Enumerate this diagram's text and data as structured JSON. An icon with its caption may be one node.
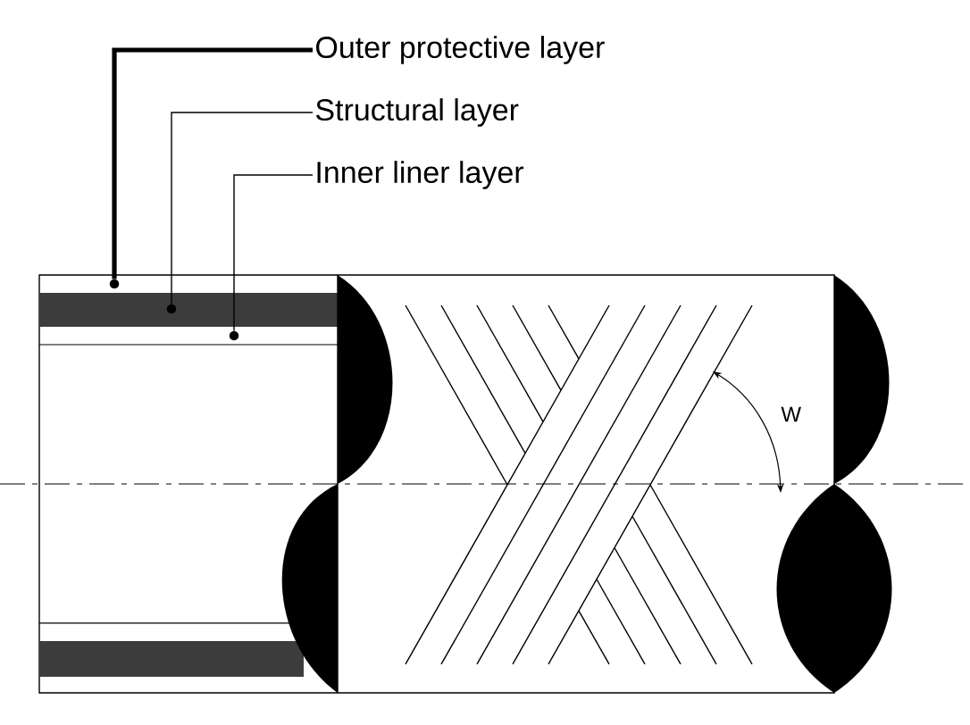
{
  "diagram": {
    "nodes": [
      {
        "text": [
          "Outer protective layer"
        ]
      },
      {
        "text": [
          "Structural layer"
        ]
      },
      {
        "text": [
          "Inner liner layer"
        ]
      },
      {
        "text": [],
        "shape": "circle"
      },
      {
        "text": [],
        "shape": "circle"
      },
      {
        "text": [],
        "shape": "circle"
      }
    ],
    "edges": [
      {
        "from": 0,
        "to": 3,
        "arrow": "none",
        "style": "thick"
      },
      {
        "from": 1,
        "to": 4,
        "arrow": "none"
      },
      {
        "from": 2,
        "to": 5,
        "arrow": "none"
      }
    ],
    "labels": [
      "W"
    ]
  }
}
